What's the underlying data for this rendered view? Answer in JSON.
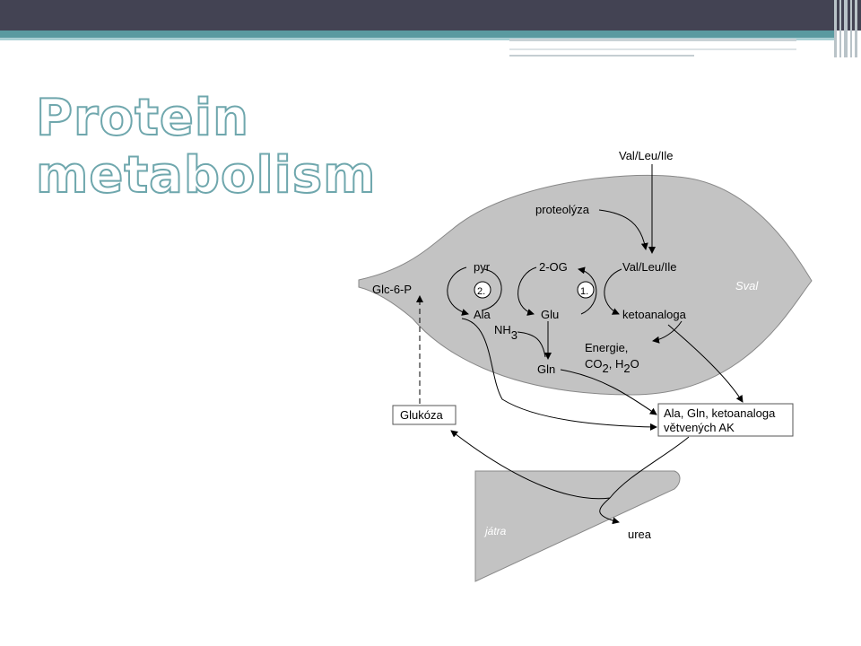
{
  "slide": {
    "title_line1": "Protein",
    "title_line2": "metabolism"
  },
  "diagram": {
    "val_leu_ile_top": "Val/Leu/Ile",
    "proteolyza": "proteolýza",
    "val_leu_ile_inner": "Val/Leu/Ile",
    "pyr": "pyr",
    "two_og": "2-OG",
    "glc6p": "Glc-6-P",
    "circle_2": "2.",
    "circle_1": "1.",
    "sval": "Sval",
    "ala": "Ala",
    "glu": "Glu",
    "ketoanaloga": "ketoanaloga",
    "nh": "NH",
    "nh_sub": "3",
    "energie": "Energie,",
    "co": "CO",
    "co_sub": "2",
    "h": ", H",
    "h_sub": "2",
    "o": "O",
    "gln": "Gln",
    "glukoza": "Glukóza",
    "box_line1": "Ala, Gln, ketoanaloga",
    "box_line2": "větvených AK",
    "jatra": "játra",
    "urea": "urea"
  }
}
